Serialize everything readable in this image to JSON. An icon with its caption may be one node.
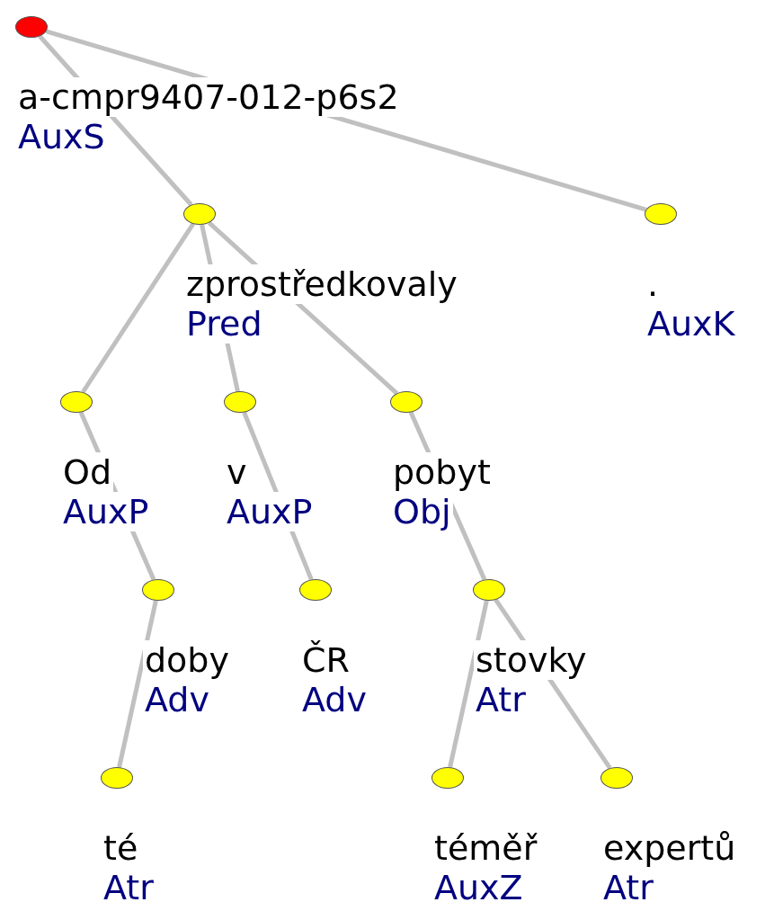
{
  "diagram": {
    "nodes": [
      {
        "text": [],
        "shape": "circle",
        "beside": [
          "a-cmpr9407-012-p6s2",
          "AuxS"
        ]
      },
      {
        "text": [],
        "shape": "circle",
        "beside": [
          "zprostředkovaly",
          "Pred"
        ]
      },
      {
        "text": [],
        "shape": "circle",
        "beside": [
          ".",
          "AuxK"
        ]
      },
      {
        "text": [],
        "shape": "circle",
        "beside": [
          "Od",
          "AuxP"
        ]
      },
      {
        "text": [],
        "shape": "circle",
        "beside": [
          "v",
          "AuxP"
        ]
      },
      {
        "text": [],
        "shape": "circle",
        "beside": [
          "pobyt",
          "Obj"
        ]
      },
      {
        "text": [],
        "shape": "circle",
        "beside": [
          "doby",
          "Adv"
        ]
      },
      {
        "text": [],
        "shape": "circle",
        "beside": [
          "ČR",
          "Adv"
        ]
      },
      {
        "text": [],
        "shape": "circle",
        "beside": [
          "stovky",
          "Atr"
        ]
      },
      {
        "text": [],
        "shape": "circle",
        "beside": [
          "té",
          "Atr"
        ]
      },
      {
        "text": [],
        "shape": "circle",
        "beside": [
          "téměř",
          "AuxZ"
        ]
      },
      {
        "text": [],
        "shape": "circle",
        "beside": [
          "expertů",
          "Atr"
        ]
      }
    ],
    "edges": [
      {
        "from": 0,
        "to": 1,
        "arrow": "none"
      },
      {
        "from": 0,
        "to": 2,
        "arrow": "none"
      },
      {
        "from": 1,
        "to": 3,
        "arrow": "none"
      },
      {
        "from": 1,
        "to": 4,
        "arrow": "none"
      },
      {
        "from": 1,
        "to": 5,
        "arrow": "none"
      },
      {
        "from": 3,
        "to": 6,
        "arrow": "none"
      },
      {
        "from": 4,
        "to": 7,
        "arrow": "none"
      },
      {
        "from": 5,
        "to": 8,
        "arrow": "none"
      },
      {
        "from": 6,
        "to": 9,
        "arrow": "none"
      },
      {
        "from": 8,
        "to": 10,
        "arrow": "none"
      },
      {
        "from": 8,
        "to": 11,
        "arrow": "none"
      }
    ]
  }
}
